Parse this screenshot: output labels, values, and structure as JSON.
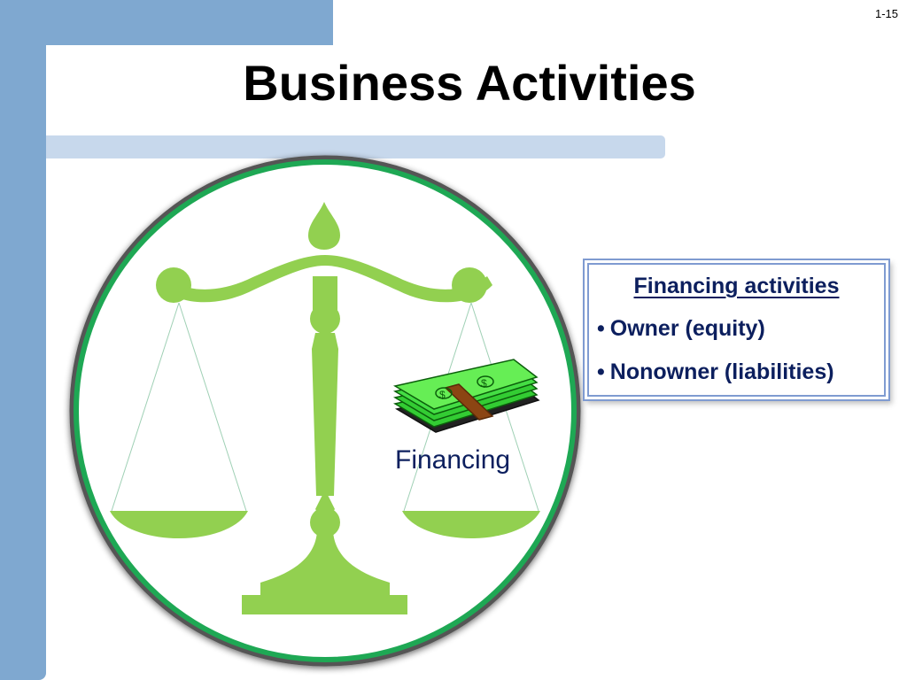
{
  "slide_number": "1-15",
  "title": "Business Activities",
  "illustration": {
    "scale_icon": "balance-scale-icon",
    "money_icon": "money-stack-icon",
    "money_symbol": "$",
    "caption": "Financing",
    "colors": {
      "circle_border": "#1ea854",
      "scale_fill": "#92d050",
      "money_fill": "#33cc33",
      "money_band": "#8b4513"
    }
  },
  "info_box": {
    "heading": "Financing activities",
    "items": [
      {
        "bullet": "•",
        "text": "Owner (equity)"
      },
      {
        "bullet": "•",
        "text": "Nonowner (liabilities)"
      }
    ]
  },
  "colors": {
    "accent_dark_blue": "#0c1f5e",
    "deco_blue": "#7fa8d0",
    "deco_light_blue": "#c7d8ec"
  }
}
